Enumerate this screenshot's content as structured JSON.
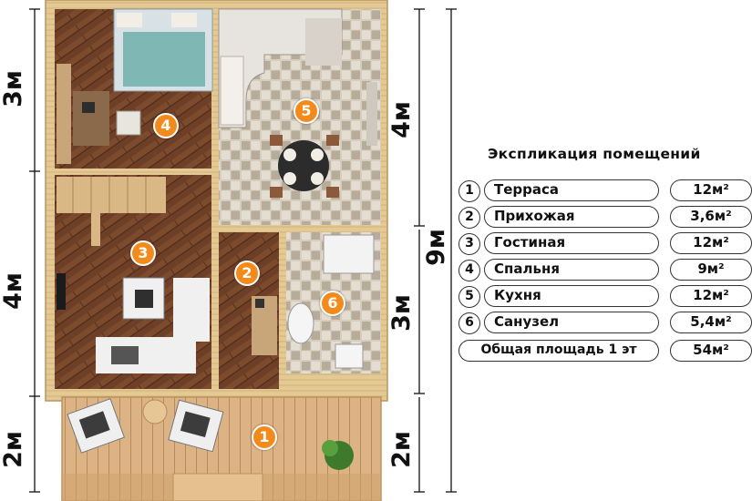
{
  "dimensions": {
    "left_top": "3м",
    "left_middle": "4м",
    "left_bottom": "2м",
    "right_upper": "4м",
    "right_lower": "3м",
    "right_total": "9м",
    "right_terrace": "2м"
  },
  "rooms": [
    {
      "number": "1",
      "name": "Терраса"
    },
    {
      "number": "2",
      "name": "Прихожая"
    },
    {
      "number": "3",
      "name": "Гостиная"
    },
    {
      "number": "4",
      "name": "Спальня"
    },
    {
      "number": "5",
      "name": "Кухня"
    },
    {
      "number": "6",
      "name": "Санузел"
    }
  ],
  "legend": {
    "title": "Экспликация помещений",
    "rows": [
      {
        "number": "1",
        "name": "Терраса",
        "area": "12м²"
      },
      {
        "number": "2",
        "name": "Прихожая",
        "area": "3,6м²"
      },
      {
        "number": "3",
        "name": "Гостиная",
        "area": "12м²"
      },
      {
        "number": "4",
        "name": "Спальня",
        "area": "9м²"
      },
      {
        "number": "5",
        "name": "Кухня",
        "area": "12м²"
      },
      {
        "number": "6",
        "name": "Санузел",
        "area": "5,4м²"
      }
    ],
    "total_label": "Общая площадь 1 эт",
    "total_area": "54м²"
  },
  "colors": {
    "wall": "#e2c48f",
    "wood_floor": "#6e3f27",
    "tile_floor": "#cfc6b8",
    "terrace_floor": "#d9b07e",
    "badge": "#f28b1c"
  }
}
